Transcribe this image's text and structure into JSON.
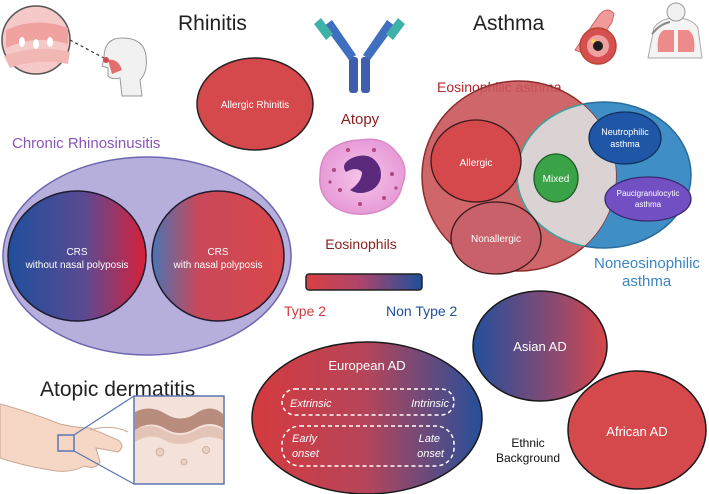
{
  "headings": {
    "rhinitis": "Rhinitis",
    "asthma": "Asthma",
    "atopic_dermatitis": "Atopic dermatitis",
    "chronic_rhinosinusitis": "Chronic Rhinosinusitis"
  },
  "central": {
    "atopy": "Atopy",
    "eosinophils": "Eosinophils",
    "scale_type2": "Type 2",
    "scale_nontype2": "Non Type 2"
  },
  "rhinitis": {
    "allergic": "Allergic Rhinitis"
  },
  "crs": {
    "without_np_line1": "CRS",
    "without_np_line2": "without nasal polyposis",
    "with_np_line1": "CRS",
    "with_np_line2": "with nasal polyposis"
  },
  "asthma": {
    "eosinophilic_label": "Eosinophilic asthma",
    "allergic": "Allergic",
    "nonallergic": "Nonallergic",
    "mixed": "Mixed",
    "neutrophilic_line1": "Neutrophilic",
    "neutrophilic_line2": "asthma",
    "paucigranulocytic_line1": "Paucigranulocytic",
    "paucigranulocytic_line2": "asthma",
    "neo_line1": "Noneosinophilic",
    "neo_line2": "asthma"
  },
  "ad": {
    "european": "European AD",
    "extrinsic": "Extrinsic",
    "intrinsic": "Intrinsic",
    "early_line1": "Early",
    "early_line2": "onset",
    "late_line1": "Late",
    "late_line2": "onset",
    "asian": "Asian AD",
    "african": "African AD",
    "ethnic_line1": "Ethnic",
    "ethnic_line2": "Background"
  },
  "colors": {
    "type2_red": "#d13c3f",
    "nontype2_blue": "#1e4f9a",
    "crs_purple": "#8a56b6",
    "eos_asthma_red": "#b3262b",
    "neo_blue": "#3a86c3",
    "mixed_green": "#3aa348"
  },
  "icons": [
    "nasal-mucosa-icon",
    "head-profile-icon",
    "antibody-icon",
    "airway-section-icon",
    "lung-person-icon",
    "eosinophil-cell-icon",
    "hand-icon",
    "skin-section-icon"
  ]
}
